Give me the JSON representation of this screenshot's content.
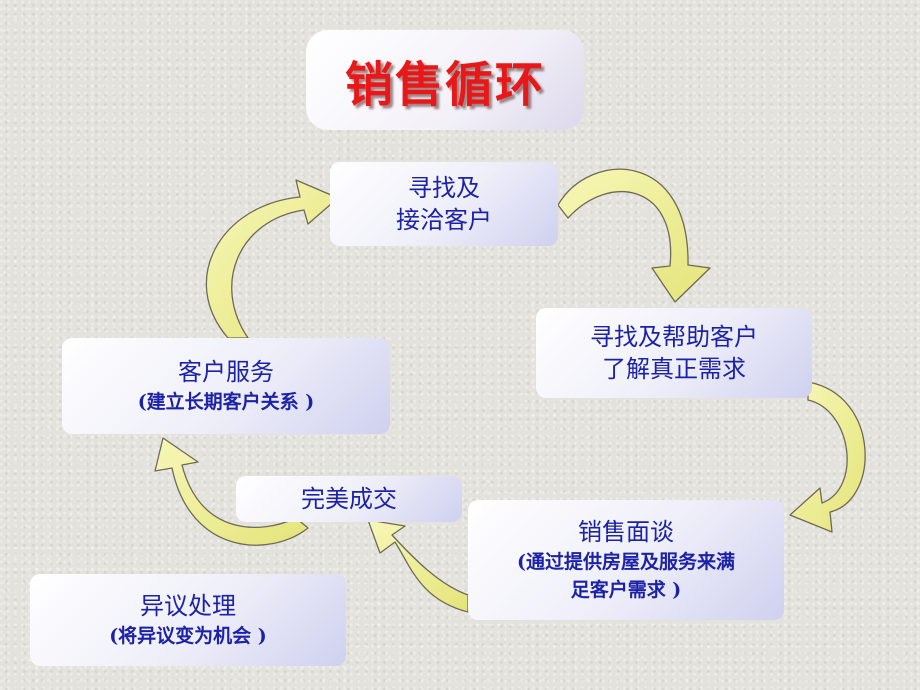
{
  "title": "销售循环",
  "steps": {
    "find": {
      "line1": "寻找及",
      "line2": "接洽客户"
    },
    "needs": {
      "line1": "寻找及帮助客户",
      "line2": "了解真正需求"
    },
    "negotiate": {
      "line1": "销售面谈",
      "line2": "(通过提供房屋及服务来满",
      "line3": "足客户需求 )"
    },
    "close": {
      "label": "完美成交"
    },
    "objection": {
      "line1": "异议处理",
      "line2": "(将异议变为机会 )"
    },
    "service": {
      "line1": "客户服务",
      "line2": "(建立长期客户关系 )"
    }
  },
  "colors": {
    "title": "#e81818",
    "text": "#1c22a8",
    "arrow": "#efef92"
  }
}
